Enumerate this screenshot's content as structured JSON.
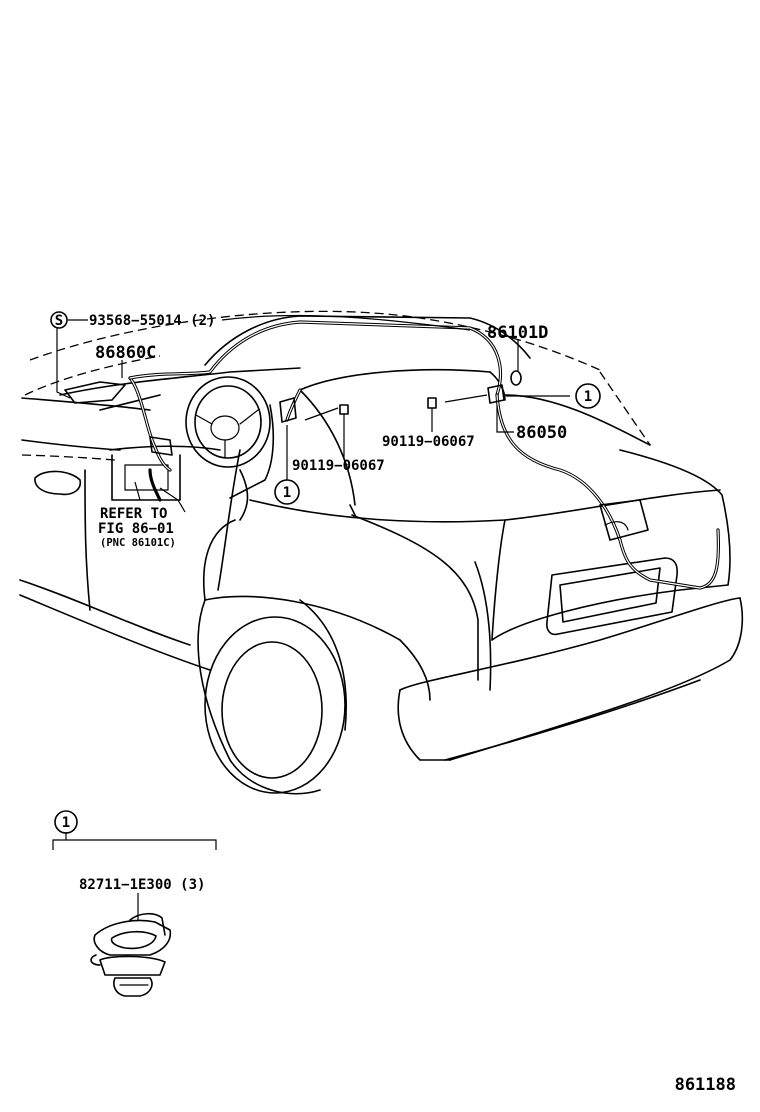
{
  "parts": {
    "screw_callout": "93568−55014 (2)",
    "screw_symbol": "S",
    "part_86860C": "86860C",
    "part_86101D": "86101D",
    "part_86050": "86050",
    "clamp_left": "90119−06067",
    "clamp_right": "90119−06067",
    "clip_detail": "82711−1E300 (3)"
  },
  "refer": {
    "line1": "REFER TO",
    "line2": "FIG 86−01",
    "line3": "(PNC 86101C)"
  },
  "markers": {
    "circled_one": "1"
  },
  "figure_id": "861188"
}
